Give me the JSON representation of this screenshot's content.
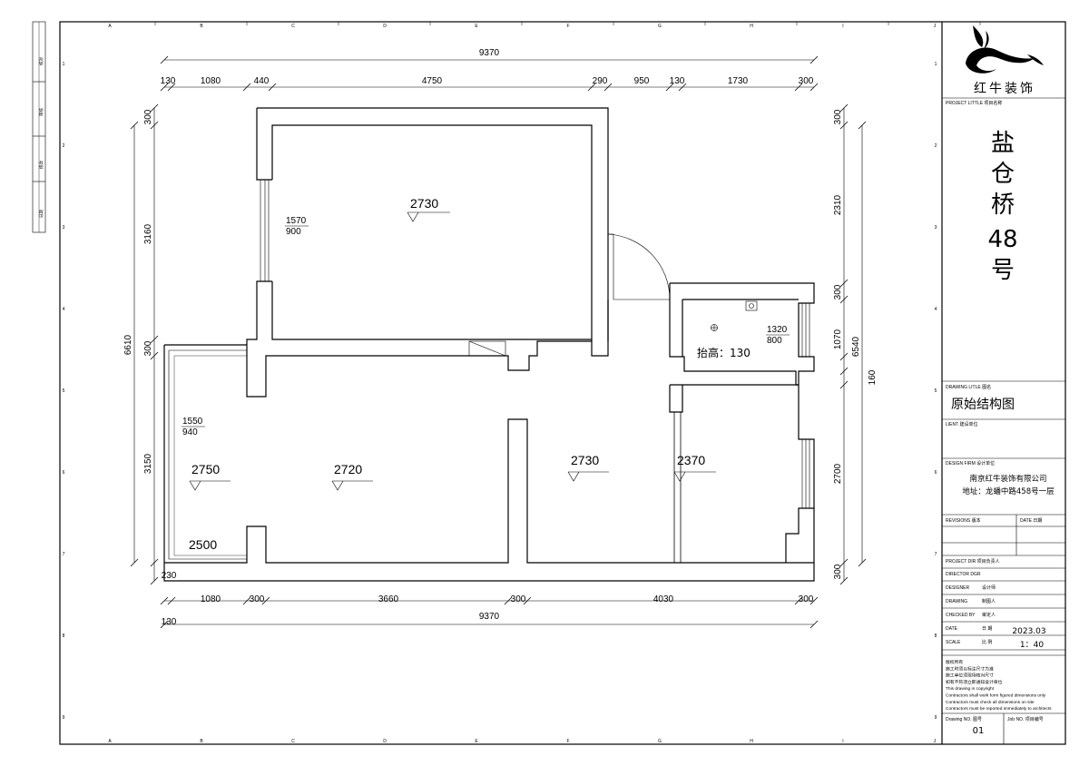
{
  "brand": {
    "name": "红牛装饰"
  },
  "project": {
    "label": "PROJECT LITTLE 项目名称",
    "name_chars": [
      "盐",
      "仓",
      "桥",
      "48",
      "号"
    ]
  },
  "drawing": {
    "label": "DRAWING LITLE 图名",
    "title": "原始结构图"
  },
  "client": {
    "label": "LIENT 建设单位"
  },
  "design_firm": {
    "label": "DESIGN FIRM 设计单位",
    "name": "南京红牛装饰有限公司",
    "address": "地址：龙蟠中路458号一层"
  },
  "revisions": {
    "label": "REVISIONS 版本",
    "date_label": "DATE 日期"
  },
  "staff": {
    "project_dir": "PROJECT DIR 项目负责人",
    "director": "DIRECTOR DGR",
    "designer": "DESIGNER",
    "designer_cn": "设计师",
    "drawing": "DRAWING",
    "drawing_cn": "制图人",
    "checked": "CHECKED BY",
    "checked_cn": "审定人"
  },
  "meta": {
    "date_label": "DATE",
    "date_cn": "日 期",
    "date": "2023.03",
    "scale_label": "SCALE",
    "scale_cn": "比 例",
    "scale": "1：40"
  },
  "notes": [
    "版权所有",
    "施工时须以标注尺寸为准",
    "施工单位须现场核对尺寸",
    "如有不符须立即通知设计单位",
    "This drawing in copyright",
    "Contractors shall work form figured dimensions only",
    "Contractors must check all dimensions on site",
    "Contractors must be reported immediately to architects"
  ],
  "drawing_no": {
    "label": "Drawing NO. 图号",
    "value": "01",
    "job_label": "Job NO. 项目编号"
  },
  "left_strip": {
    "labels": [
      "校对",
      "审核",
      "修改",
      "日期"
    ]
  },
  "grid_letters": [
    "A",
    "B",
    "C",
    "D",
    "E",
    "F",
    "G",
    "H",
    "I",
    "J"
  ],
  "grid_numbers": [
    "1",
    "2",
    "3",
    "4",
    "5",
    "6",
    "7",
    "8",
    "9"
  ],
  "dims": {
    "top_total": "9370",
    "top_segments": [
      "130",
      "1080",
      "440",
      "4750",
      "290",
      "950",
      "130",
      "1730",
      "300"
    ],
    "bottom_total": "9370",
    "bottom_segments": [
      "130",
      "1080",
      "300",
      "3660",
      "300",
      "4030",
      "300"
    ],
    "bottom_edge": "230",
    "left_total": "6610",
    "left_segments": [
      "300",
      "3160",
      "300",
      "3150"
    ],
    "right_total": "6540",
    "right_segments": [
      "300",
      "2310",
      "300",
      "1070",
      "160",
      "2700",
      "300"
    ]
  },
  "levels": [
    "2730",
    "2750",
    "2720",
    "2730",
    "2370",
    "2500"
  ],
  "window_tags": [
    {
      "w": "1570",
      "h": "900"
    },
    {
      "w": "1320",
      "h": "800"
    },
    {
      "w": "1550",
      "h": "940"
    }
  ],
  "floor_note": "抬高：130"
}
